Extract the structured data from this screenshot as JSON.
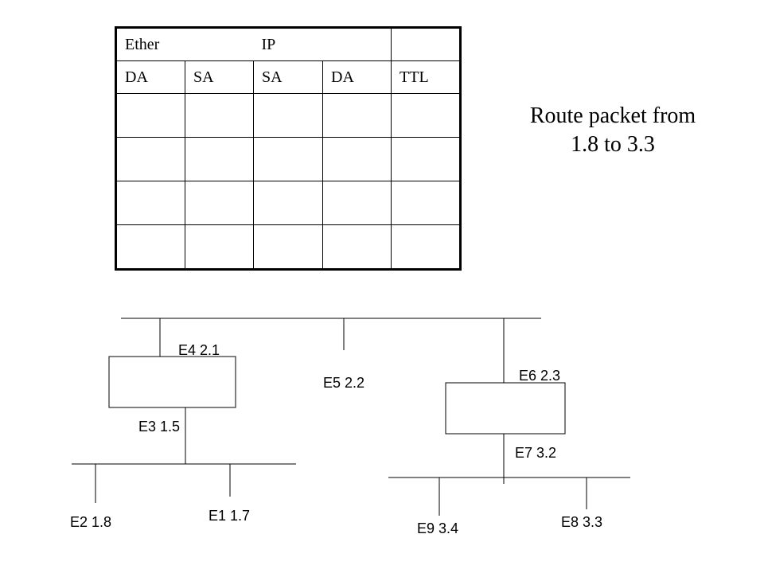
{
  "table": {
    "header1": [
      "Ether",
      "IP",
      ""
    ],
    "header2": [
      "DA",
      "SA",
      "SA",
      "DA",
      "TTL"
    ],
    "blank_rows": 4
  },
  "caption": {
    "line1": "Route packet from",
    "line2": "1.8 to 3.3"
  },
  "labels": {
    "e4": "E4 2.1",
    "e5": "E5 2.2",
    "e6": "E6 2.3",
    "e3": "E3 1.5",
    "e7": "E7 3.2",
    "e2": "E2 1.8",
    "e1": "E1 1.7",
    "e9": "E9 3.4",
    "e8": "E8  3.3"
  }
}
